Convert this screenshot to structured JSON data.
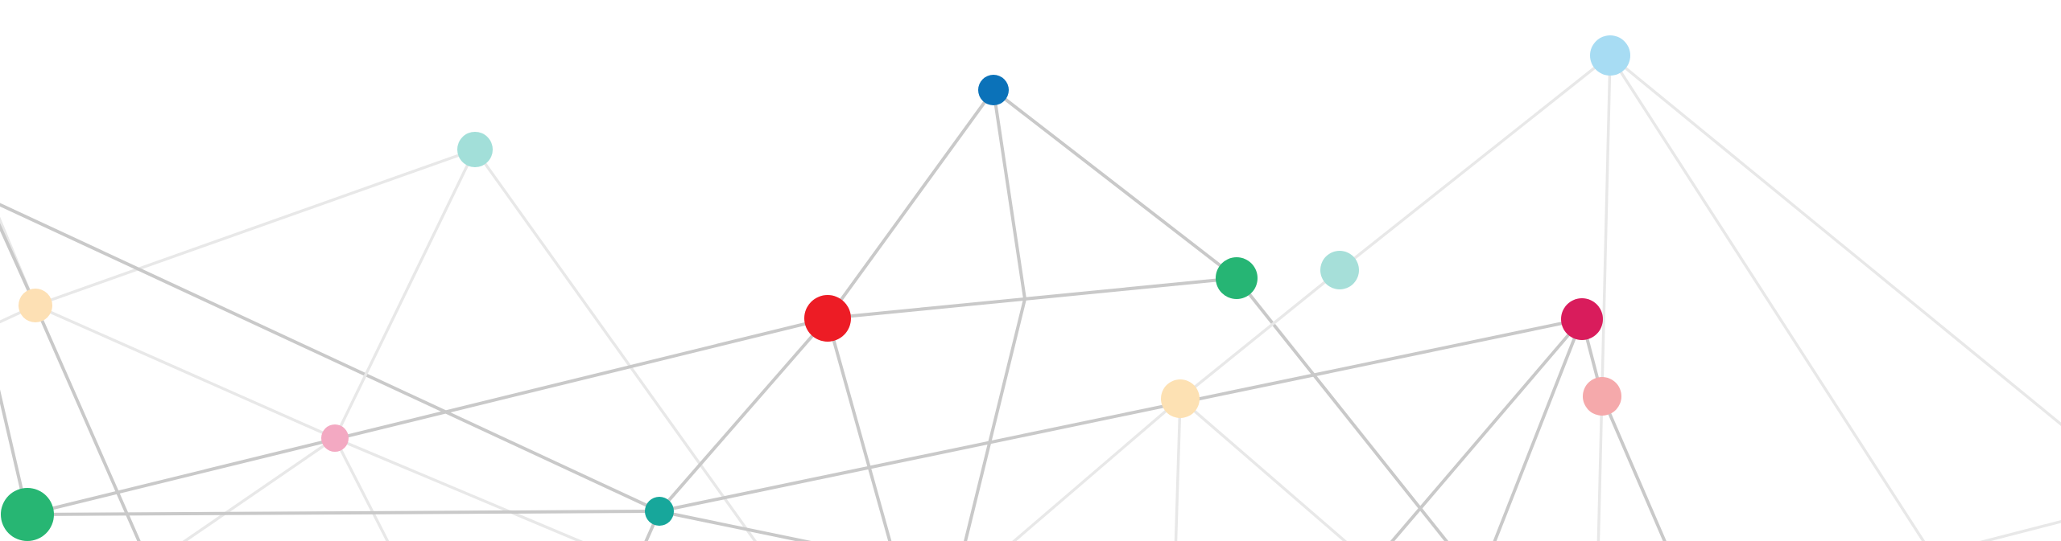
{
  "colors": {
    "background": "#ffffff",
    "edge_dark": "#c9c9c9",
    "edge_light": "#e8e8e8"
  },
  "graph": {
    "nodes": [
      {
        "id": "peach-left",
        "color": "#fde0b4"
      },
      {
        "id": "teal-top-left",
        "color": "#a2dfd9"
      },
      {
        "id": "pink-small",
        "color": "#f3a9c2"
      },
      {
        "id": "green-bottom-left",
        "color": "#27b673"
      },
      {
        "id": "teal-small",
        "color": "#17a79b"
      },
      {
        "id": "red-center",
        "color": "#ed1c25"
      },
      {
        "id": "blue-top",
        "color": "#0b72b9"
      },
      {
        "id": "green-center",
        "color": "#26b574"
      },
      {
        "id": "teal-right",
        "color": "#a6dfd9"
      },
      {
        "id": "peach-center",
        "color": "#fde1b3"
      },
      {
        "id": "sky-top-right",
        "color": "#a7dcf3"
      },
      {
        "id": "crimson-right",
        "color": "#d91c5c"
      },
      {
        "id": "salmon-right",
        "color": "#f5a9ab"
      }
    ]
  }
}
